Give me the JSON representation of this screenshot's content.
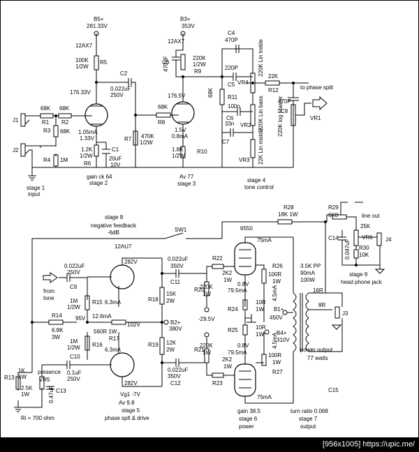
{
  "supply": {
    "b5": "B5+",
    "b5v": "281.33V",
    "b3": "B3+",
    "b3v": "353V",
    "b2": "B2+",
    "b2v": "380V",
    "b1": "B1+",
    "b1v": "450V",
    "b4": "B4+",
    "b4v": "310V"
  },
  "tubes": {
    "v1": "12AX7",
    "v2": "12AX7",
    "v3": "12AU7",
    "v4": "6550"
  },
  "stage1": {
    "j1": "J1",
    "j2": "J2",
    "r1": "R1",
    "r1v": "68K",
    "r2": "R2",
    "r2v": "68K",
    "r3": "R3",
    "r3v": "68K",
    "r4": "R4",
    "r4v": "1M",
    "label": "stage 1",
    "sub": "input"
  },
  "stage2": {
    "r5": "R5",
    "r5v": "100K",
    "r5w": "1/2W",
    "c2": "C2",
    "c2v": "0.022uF",
    "c2vv": "250V",
    "plate": "176.33V",
    "cur": "1.05mA",
    "cath": "1.33V",
    "r6v": "1.2K",
    "r6w": "1/2W",
    "r6": "R6",
    "c1": "C1",
    "c1v": "20uF",
    "c1vv": "10V",
    "r7": "R7",
    "r7v": "470K",
    "r7w": "1/2W",
    "gain": "gain ck 64",
    "label": "stage 2"
  },
  "stage3": {
    "c3": "C3",
    "c3v": "470uF",
    "r9v": "220K",
    "r9w": "1/2W",
    "r9": "R9",
    "r8v": "68K",
    "r8": "R8",
    "plate": "176.5V",
    "cath": "1.5V",
    "cur": "0.8mA",
    "r10v": "1.8K",
    "r10w": "1/2W",
    "r10": "R10",
    "av": "Av 77",
    "label": "stage  3"
  },
  "stage4": {
    "c4": "C4",
    "c4v": "470P",
    "c5v": "220P",
    "c5": "C5",
    "r11v": "68K",
    "r11": "R11",
    "vr4": "VR4",
    "treble": "220K Lin treble",
    "r12v": "22K",
    "r12": "R12",
    "c8v": "470P",
    "c8": "C8",
    "phase": "to phase split",
    "c6v": "100n",
    "c6": "C6",
    "c7v": "33n",
    "c7": "C7",
    "vr2": "VR2",
    "bass": "220K Lin bass",
    "vr3": "VR3",
    "middle": "22K Lin middle",
    "vr1": "VR1",
    "master": "220K log Master",
    "label": "stage 4",
    "sub": "tone control"
  },
  "stage5": {
    "nf": "stage 8",
    "nf2": "negative feedback",
    "nf3": "-6dB",
    "sw1": "SW1",
    "c9v": "0.022uF",
    "c9vv": "250V",
    "c9": "C9",
    "from": "from",
    "tone": "tone",
    "r15v": "1M",
    "r15w": "1/2W",
    "r15": "R15",
    "i1": "6.3mA",
    "r14": "R14",
    "r14v": "6.8K",
    "r14w": "3W",
    "v95": "95V",
    "i2": "12.6mA",
    "r17v": "560R 1W",
    "r17": "R17",
    "v102": "102V",
    "r16v": "1M",
    "r16w": "1/2W",
    "r16": "R16",
    "i3": "6.3mA",
    "c10": "C10",
    "c10v": "0.1uF",
    "c10vv": "250V",
    "pt": "282V",
    "pb": "282V",
    "r18": "R18",
    "r18v": "15K",
    "r18w": "2W",
    "r19": "R19",
    "r19v": "12K",
    "r19w": "2W",
    "c11v": "0.022uF",
    "c11vv": "350V",
    "c11": "C11",
    "c12v": "0.022uF",
    "c12vv": "350V",
    "c12": "C12",
    "vg": "Vg1 -7V",
    "av": "Av 9.8",
    "label": "stage 5",
    "sub": "phase splt & drive"
  },
  "presence": {
    "r13": "R13",
    "r13v": "1K",
    "r13w": "1W",
    "pres": "presence",
    "vr5": "VR5",
    "vr5v": "2.5K",
    "vr5w": "1W",
    "c13v": "0.47uF",
    "c13": "C13",
    "ri": "Ri = 700 ohm"
  },
  "stage6": {
    "ma1": "75mA",
    "ma2": "75mA",
    "r22": "R22",
    "r22v": "2K2",
    "r22w": "1W",
    "r20": "R20",
    "r20v": "220K",
    "r20w": "1W",
    "bias": "-29.5V",
    "r21": "R21",
    "r21v": "220K",
    "r21w": "1W",
    "r23": "R23",
    "r23v": "2K2",
    "r23w": "1W",
    "sg1": "0.8V",
    "sg1i": "79.5mA",
    "sg2": "0.8V",
    "sg2i": "79.5mA",
    "r24": "R24",
    "r24v": "10R",
    "r24w": "1W",
    "r25": "R25",
    "r25v": "10R",
    "r25w": "1W",
    "r26": "R26",
    "r26v": "100R",
    "r26w": "1W",
    "r27": "R27",
    "r27v": "100R",
    "r27w": "1W",
    "i4": "4.5mA",
    "i5": "4.5mA",
    "gain": "gain 38.5",
    "label": "stage 6",
    "sub": "power"
  },
  "stage7": {
    "pp": "3.5K PP",
    "ma": "90mA",
    "w": "100W",
    "t16": "16R",
    "t8": "8R",
    "j3": "J3",
    "po": "power output",
    "pw": "77 watts",
    "c15": "C15",
    "turn": "turn ratio 0.068",
    "label": "stage 7",
    "sub": "output"
  },
  "stage9": {
    "r28": "R28",
    "r28v": "18K 1W",
    "r29": "R29",
    "r29v": "6K8",
    "lo": "line out",
    "r25k": "25K",
    "vr6": "VR6",
    "c14": "C14",
    "c14v": "0.047uF",
    "r30": "R30",
    "r30v": "10K",
    "j4": "J4",
    "label": "stage 9",
    "sub": "head phone jack"
  },
  "footer": "[956x1005] https://upic.me/"
}
